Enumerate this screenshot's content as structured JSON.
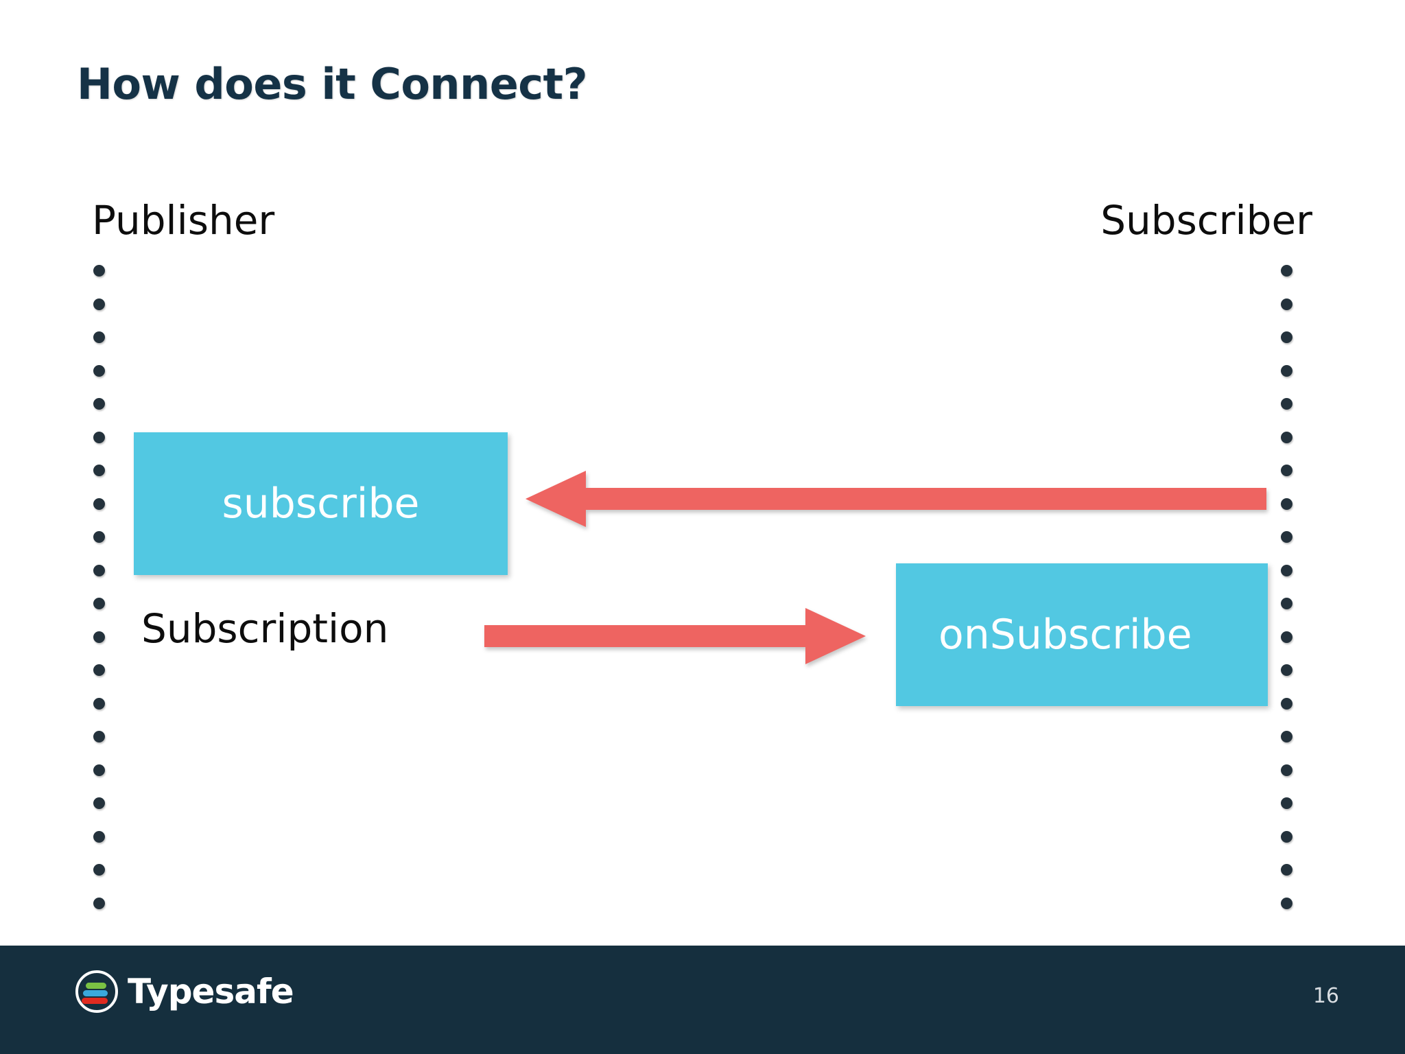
{
  "slide": {
    "title": "How does it Connect?",
    "page_number": "16",
    "background_color": "#ffffff"
  },
  "lanes": [
    {
      "id": "publisher",
      "label": "Publisher"
    },
    {
      "id": "subscriber",
      "label": "Subscriber"
    }
  ],
  "diagram": {
    "type": "sequence",
    "box_color": "#52c8e2",
    "arrow_color": "#ee6461",
    "lifeline_dot_color": "#24323c",
    "boxes": [
      {
        "id": "subscribe",
        "label": "subscribe",
        "lane": "publisher"
      },
      {
        "id": "on-subscribe",
        "label": "onSubscribe",
        "lane": "subscriber"
      }
    ],
    "messages": [
      {
        "id": "subscribe-message",
        "label": "",
        "direction": "right-to-left",
        "from": "subscriber",
        "to": "publisher"
      },
      {
        "id": "subscription-message",
        "label": "Subscription",
        "direction": "left-to-right",
        "from": "publisher",
        "to": "subscriber"
      }
    ],
    "lifeline_dot_count": 20
  },
  "footer": {
    "background_color": "#152f3e",
    "brand": "Typesafe",
    "logo_bar_colors": [
      "#7ac143",
      "#3aa9dc",
      "#e02b20"
    ],
    "page_number": "16"
  }
}
